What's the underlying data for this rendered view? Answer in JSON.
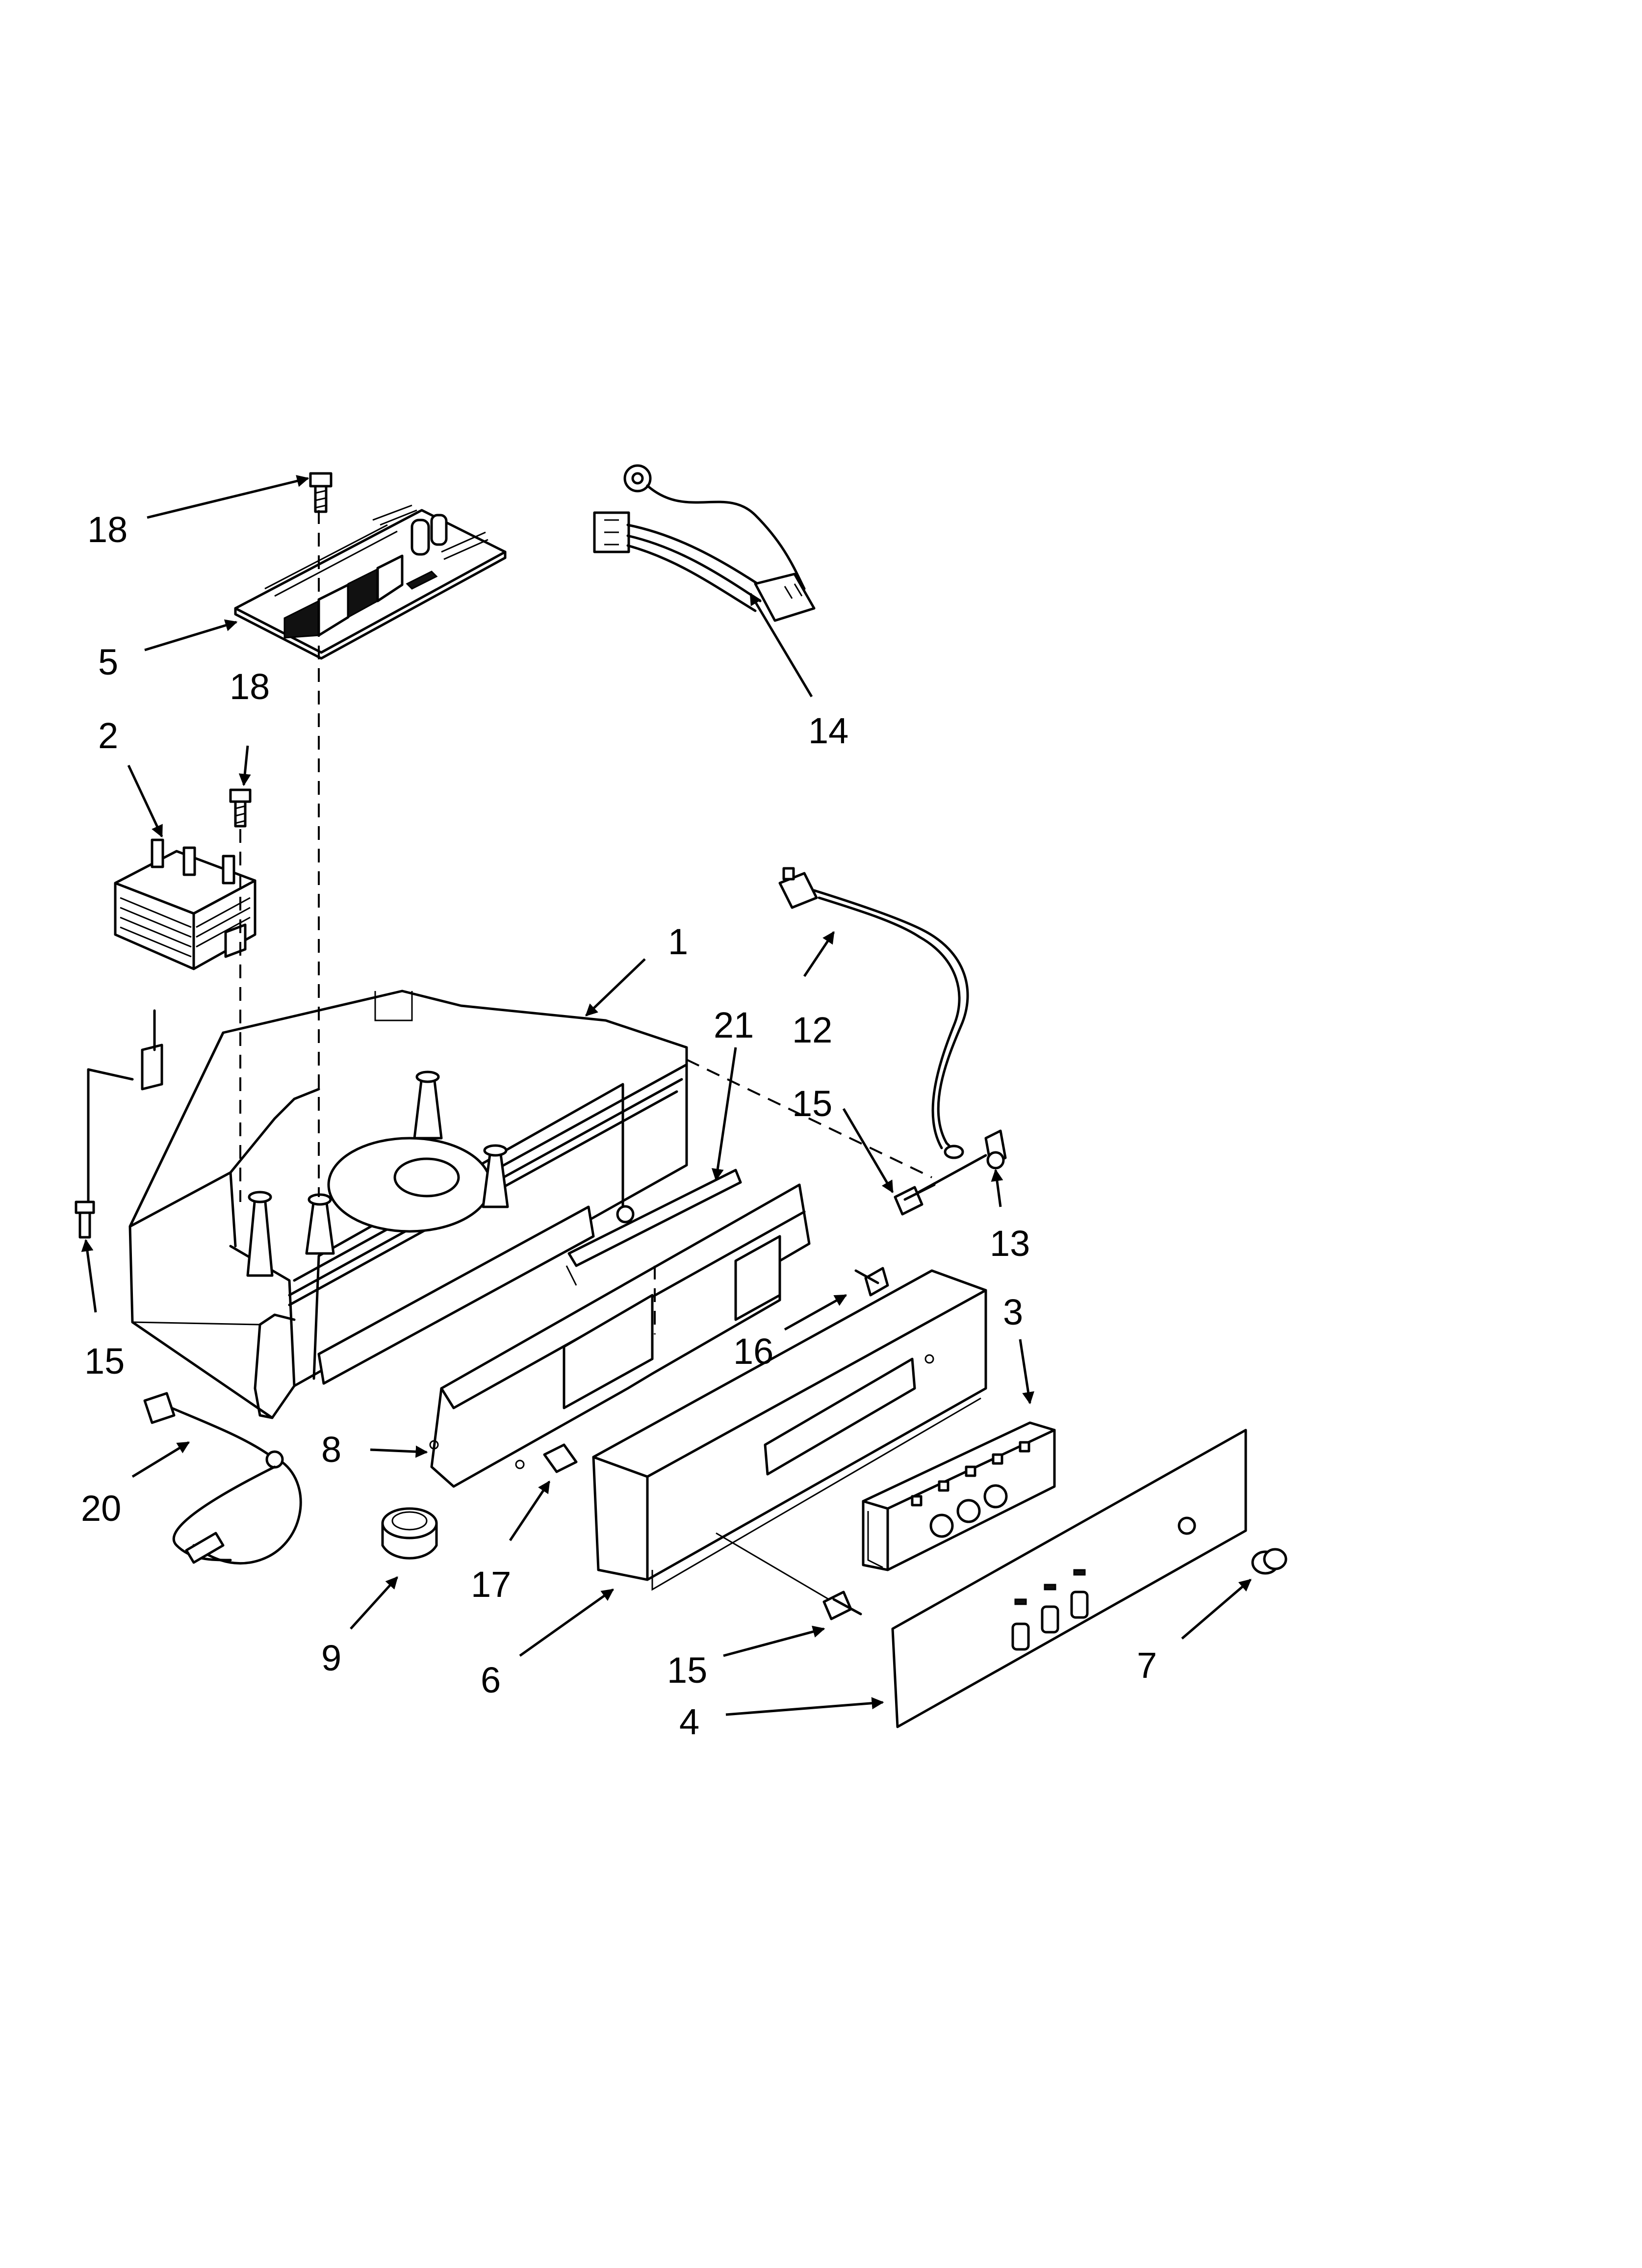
{
  "diagram": {
    "callouts": [
      {
        "id": "c18a",
        "label": "18"
      },
      {
        "id": "c5",
        "label": "5"
      },
      {
        "id": "c18b",
        "label": "18"
      },
      {
        "id": "c2",
        "label": "2"
      },
      {
        "id": "c14",
        "label": "14"
      },
      {
        "id": "c1",
        "label": "1"
      },
      {
        "id": "c21",
        "label": "21"
      },
      {
        "id": "c12",
        "label": "12"
      },
      {
        "id": "c15a",
        "label": "15"
      },
      {
        "id": "c13",
        "label": "13"
      },
      {
        "id": "c15b",
        "label": "15"
      },
      {
        "id": "c16",
        "label": "16"
      },
      {
        "id": "c3",
        "label": "3"
      },
      {
        "id": "c8",
        "label": "8"
      },
      {
        "id": "c20",
        "label": "20"
      },
      {
        "id": "c17",
        "label": "17"
      },
      {
        "id": "c9",
        "label": "9"
      },
      {
        "id": "c6",
        "label": "6"
      },
      {
        "id": "c15c",
        "label": "15"
      },
      {
        "id": "c7",
        "label": "7"
      },
      {
        "id": "c4",
        "label": "4"
      }
    ]
  }
}
